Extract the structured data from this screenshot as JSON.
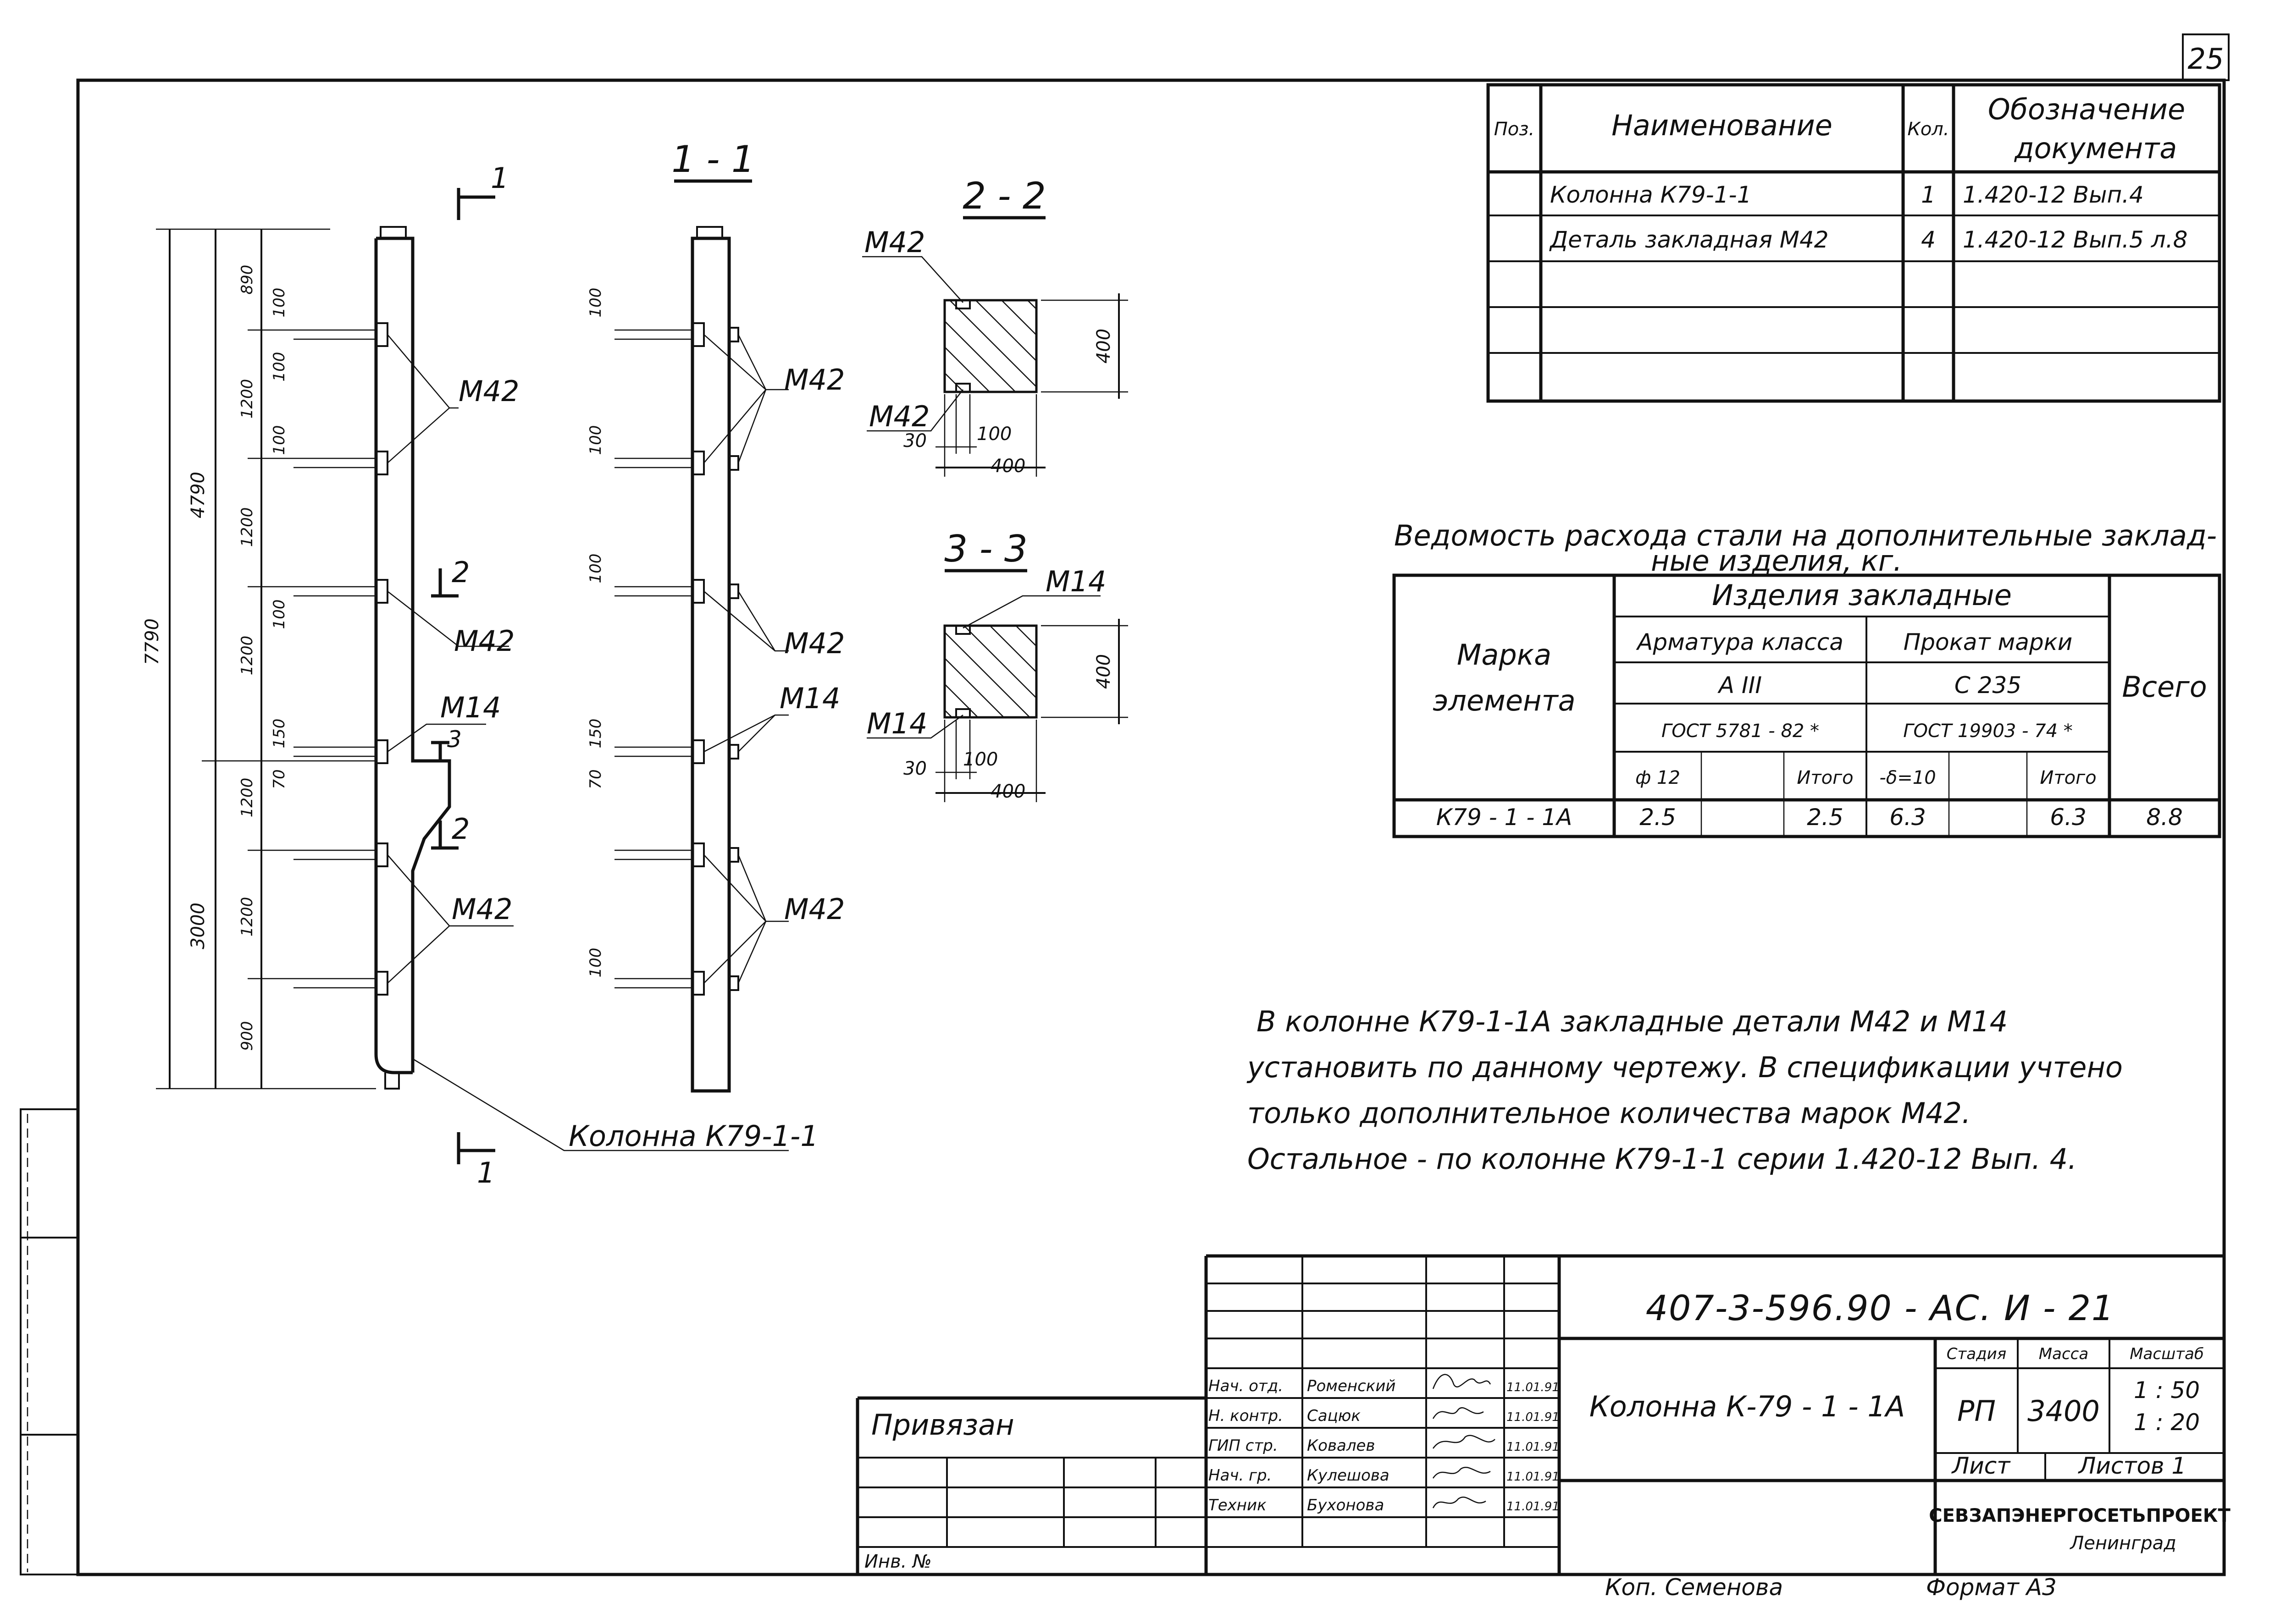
{
  "sheet_number": "25",
  "spec_table": {
    "headers": {
      "pos": "Поз.",
      "name": "Наименование",
      "qty": "Кол.",
      "doc_line1": "Обозначение",
      "doc_line2": "документа"
    },
    "rows": [
      {
        "pos": "",
        "name": "Колонна  К79-1-1",
        "qty": "1",
        "doc": "1.420-12   Вып.4"
      },
      {
        "pos": "",
        "name": "Деталь закладная  М42",
        "qty": "4",
        "doc": "1.420-12  Вып.5 л.8"
      }
    ]
  },
  "steel_table": {
    "caption_line1": "Ведомость расхода стали на дополнительные заклад-",
    "caption_line2": "ные изделия, кг.",
    "col_mark_line1": "Марка",
    "col_mark_line2": "элемента",
    "group_header": "Изделия   закладные",
    "sub_armature": "Арматура класса",
    "sub_prokat": "Прокат марки",
    "armature_class": "А III",
    "prokat_grade": "С 235",
    "armature_gost": "ГОСТ 5781 - 82 *",
    "prokat_gost": "ГОСТ 19903 - 74 *",
    "col_total": "Всего",
    "cols": [
      "ф 12",
      "",
      "Итого",
      "-δ=10",
      "",
      "Итого"
    ],
    "row": {
      "mark": "К79 - 1 - 1А",
      "values": [
        "2.5",
        "",
        "2.5",
        "6.3",
        "",
        "6.3"
      ],
      "total": "8.8"
    }
  },
  "note": {
    "line1": "В  колонне  К79-1-1А  закладные  детали   М42  и  М14",
    "line2": "установить  по  данному  чертежу.  В  спецификации  учтено",
    "line3": "только  дополнительное  количества  марок   М42.",
    "line4": "Остальное - по  колонне   К79-1-1  серии   1.420-12  Вып. 4."
  },
  "drawing": {
    "section_1_1": "1 - 1",
    "section_2_2": "2 - 2",
    "section_3_3": "3 - 3",
    "cut_mark_1": "1",
    "cut_mark_2": "2",
    "cut_mark_3": "3",
    "column_label": "Колонна  К79-1-1",
    "label_m42": "М42",
    "label_m14": "М14",
    "dims_total": [
      "7790",
      "4790",
      "3000"
    ],
    "dims_segments": [
      "890",
      "1200",
      "1200",
      "1200",
      "1200",
      "1200",
      "900"
    ],
    "dims_small": [
      "100",
      "100",
      "100",
      "100",
      "150",
      "70",
      "100",
      "100",
      "100",
      "100"
    ],
    "sec_dims": {
      "d400": "400",
      "d100": "100",
      "d30": "30"
    }
  },
  "title_block": {
    "code": "407-3-596.90 - АС. И - 21",
    "drawing_title": "Колонна  К-79 - 1 - 1А",
    "stage_label": "Стадия",
    "mass_label": "Масса",
    "scale_label": "Масштаб",
    "stage": "РП",
    "mass": "3400",
    "scale1": "1 : 50",
    "scale2": "1 : 20",
    "sheet_label": "Лист",
    "sheets_label": "Листов 1",
    "org": "СЕВЗАПЭНЕРГОСЕТЬПРОЕКТ",
    "city": "Ленинград",
    "bound": "Привязан",
    "inv": "Инв. №",
    "copied": "Коп.  Семенова",
    "format": "Формат  А3",
    "staff": [
      {
        "role": "Нач. отд.",
        "name": "Роменский",
        "date": "11.01.91"
      },
      {
        "role": "Н. контр.",
        "name": "Сацюк",
        "date": "11.01.91"
      },
      {
        "role": "ГИП стр.",
        "name": "Ковалев",
        "date": "11.01.91"
      },
      {
        "role": "Нач. гр.",
        "name": "Кулешова",
        "date": "11.01.91"
      },
      {
        "role": "Техник",
        "name": "Бухонова",
        "date": "11.01.91"
      }
    ]
  }
}
